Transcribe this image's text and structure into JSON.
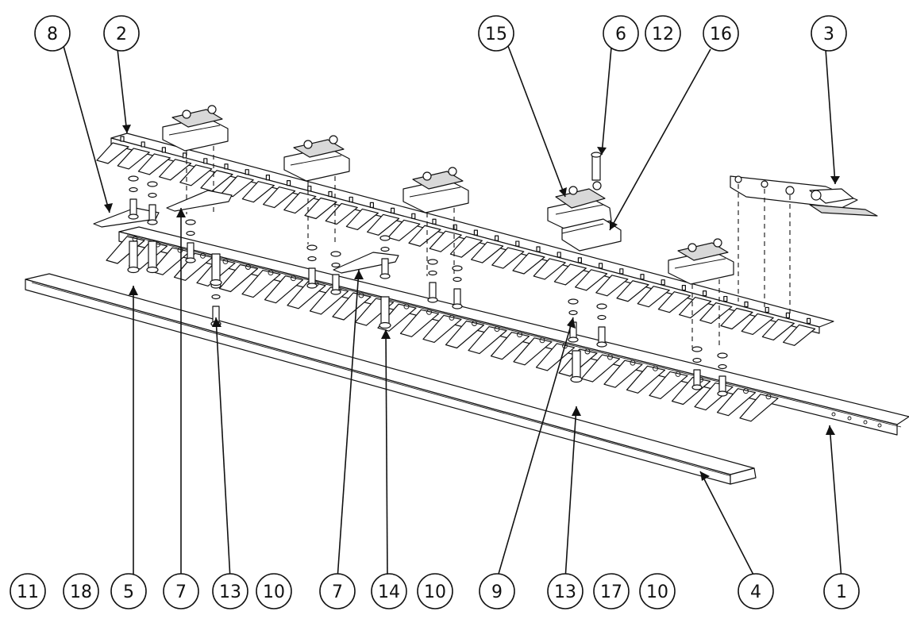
{
  "diagram": {
    "callouts_top": [
      {
        "id": "callout-8",
        "label": "8"
      },
      {
        "id": "callout-2",
        "label": "2"
      },
      {
        "id": "callout-15",
        "label": "15"
      },
      {
        "id": "callout-6",
        "label": "6"
      },
      {
        "id": "callout-12",
        "label": "12"
      },
      {
        "id": "callout-16",
        "label": "16"
      },
      {
        "id": "callout-3",
        "label": "3"
      }
    ],
    "callouts_bottom": [
      {
        "id": "callout-11",
        "label": "11"
      },
      {
        "id": "callout-18",
        "label": "18"
      },
      {
        "id": "callout-5",
        "label": "5"
      },
      {
        "id": "callout-7a",
        "label": "7"
      },
      {
        "id": "callout-13a",
        "label": "13"
      },
      {
        "id": "callout-10a",
        "label": "10"
      },
      {
        "id": "callout-7b",
        "label": "7"
      },
      {
        "id": "callout-14",
        "label": "14"
      },
      {
        "id": "callout-10b",
        "label": "10"
      },
      {
        "id": "callout-9",
        "label": "9"
      },
      {
        "id": "callout-13b",
        "label": "13"
      },
      {
        "id": "callout-17",
        "label": "17"
      },
      {
        "id": "callout-10c",
        "label": "10"
      },
      {
        "id": "callout-4",
        "label": "4"
      },
      {
        "id": "callout-1",
        "label": "1"
      }
    ],
    "colors": {
      "ink": "#111111",
      "paper": "#ffffff",
      "shade": "#d8d8d8"
    }
  }
}
